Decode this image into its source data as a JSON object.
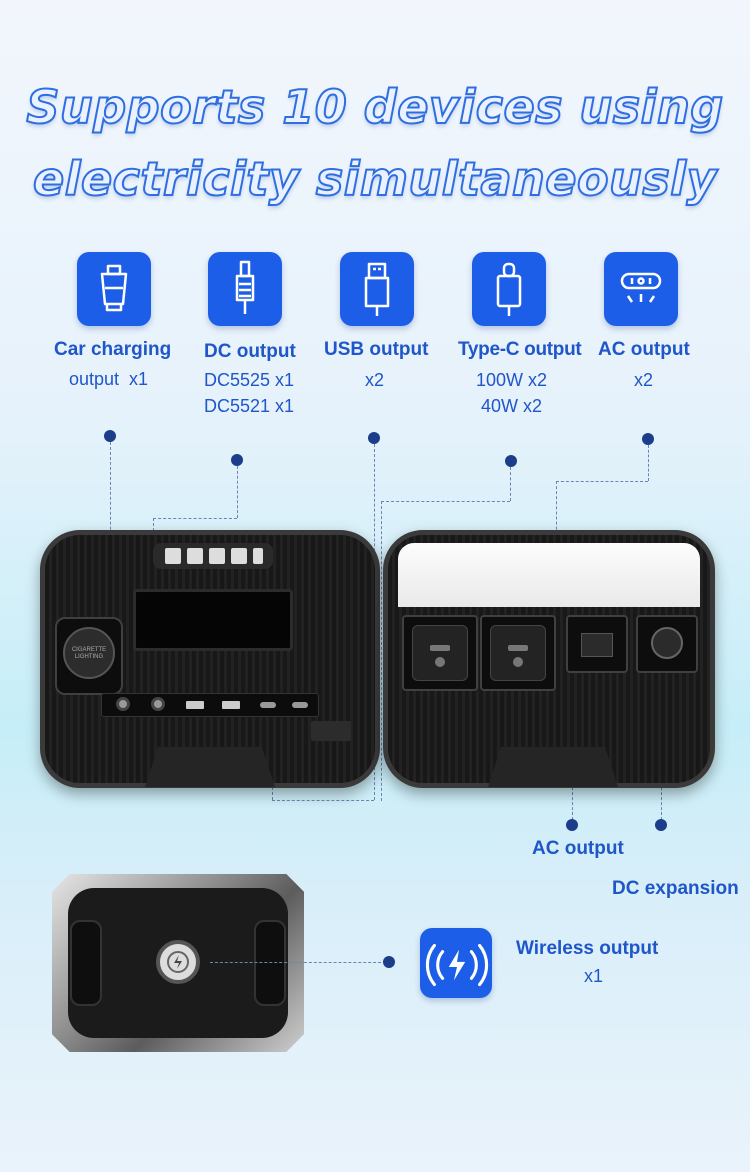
{
  "headline": {
    "line1": "Supports 10 devices using",
    "line2": "electricity simultaneously"
  },
  "features": [
    {
      "icon": "car-charger-icon",
      "title": "Car charging",
      "lines": [
        "output  x1"
      ]
    },
    {
      "icon": "dc-plug-icon",
      "title": "DC output",
      "lines": [
        "DC5525 x1",
        "DC5521 x1"
      ]
    },
    {
      "icon": "usb-plug-icon",
      "title": "USB output",
      "lines": [
        "x2"
      ]
    },
    {
      "icon": "type-c-plug-icon",
      "title": "Type-C output",
      "lines": [
        "100W x2",
        "40W x2"
      ]
    },
    {
      "icon": "ac-plug-icon",
      "title": "AC output",
      "lines": [
        "x2"
      ]
    }
  ],
  "device_labels": {
    "ac_output": "AC output",
    "dc_expansion": "DC expansion",
    "cigarette_lighter": "CIGARETTE LIGHTING"
  },
  "wireless": {
    "icon": "wireless-charging-icon",
    "title": "Wireless output",
    "count": "x1"
  },
  "colors": {
    "accent": "#1d5ee8",
    "label_blue": "#1f56c9",
    "dot": "#1c3e8a"
  }
}
